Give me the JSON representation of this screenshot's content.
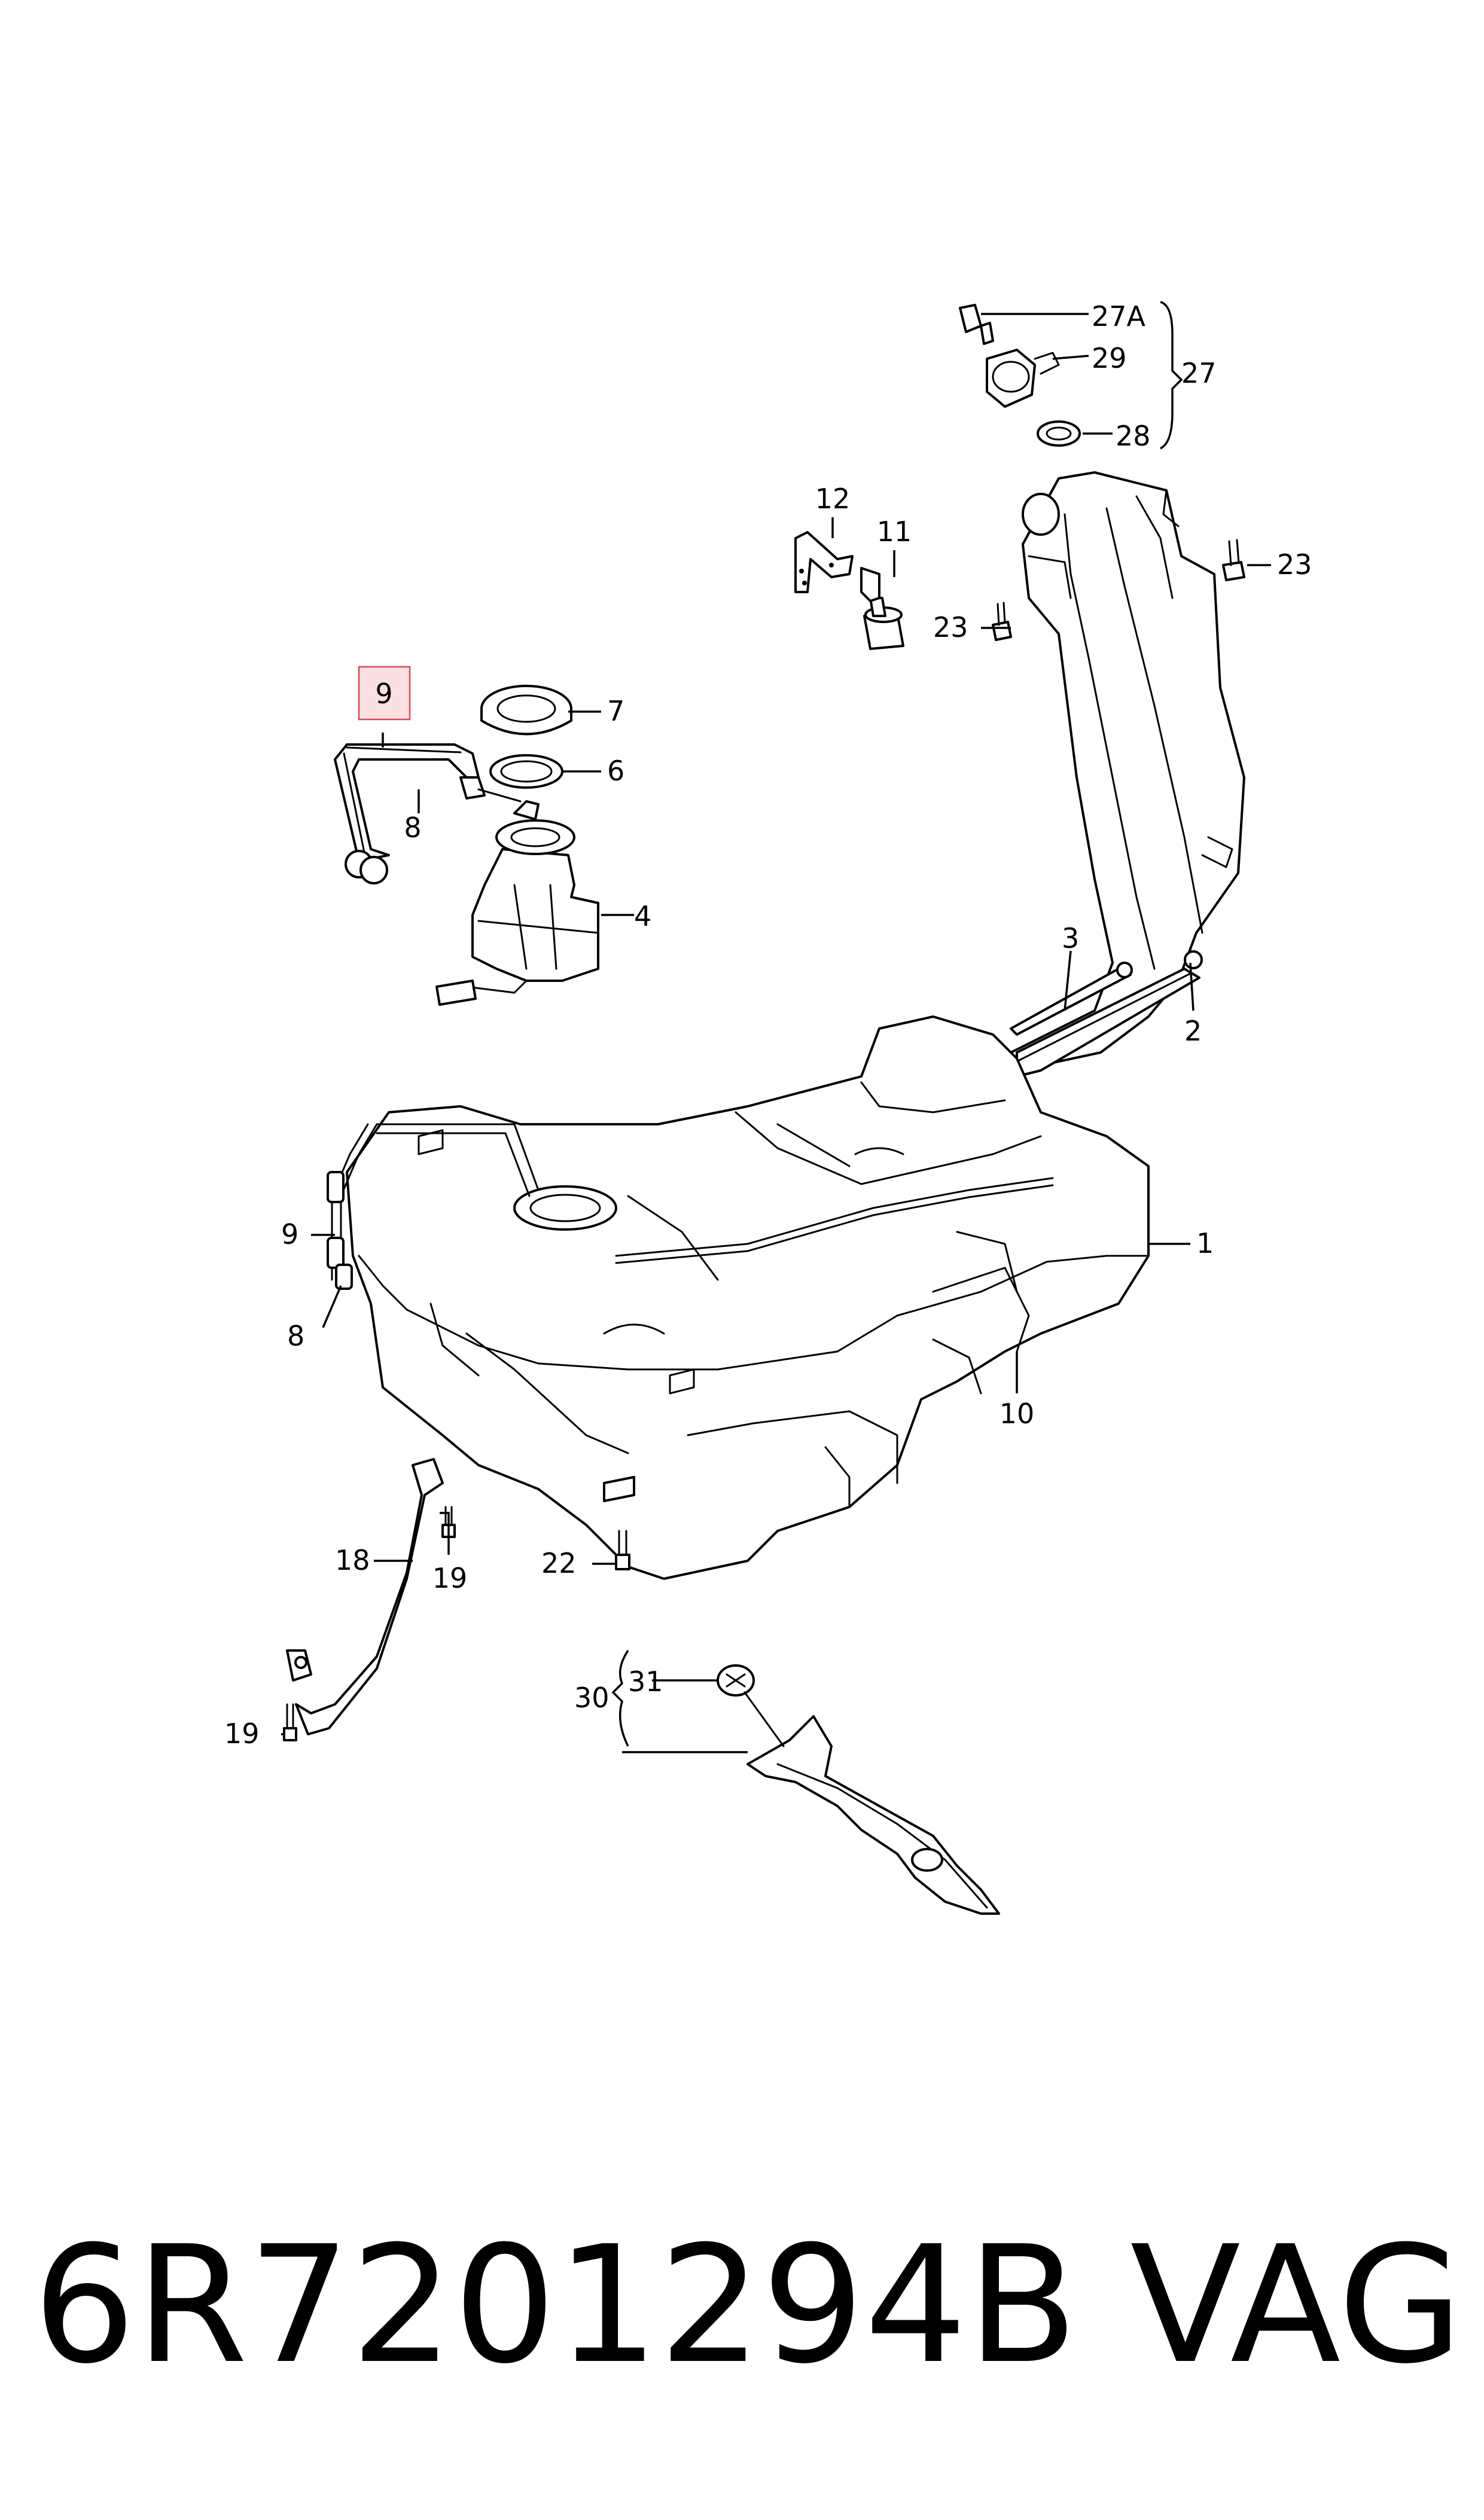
{
  "diagram": {
    "highlighted_callout": "9",
    "callouts": {
      "c1": "1",
      "c2": "2",
      "c3": "3",
      "c4": "4",
      "c6": "6",
      "c7": "7",
      "c8_top": "8",
      "c8_left": "8",
      "c9_top": "9",
      "c9_left": "9",
      "c10": "10",
      "c11": "11",
      "c12": "12",
      "c18": "18",
      "c19_right": "19",
      "c19_left": "19",
      "c22": "22",
      "c23_right": "23",
      "c23_mid": "23",
      "c27": "27",
      "c27a": "27A",
      "c28": "28",
      "c29": "29",
      "c30": "30",
      "c31": "31"
    }
  },
  "footer": {
    "part_number": "6R7201294B",
    "brand": "VAG"
  }
}
